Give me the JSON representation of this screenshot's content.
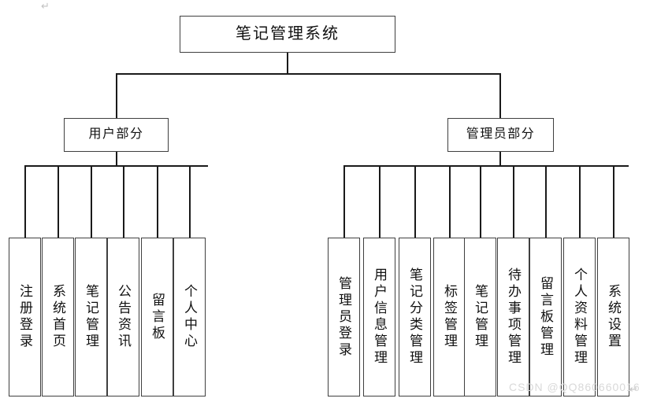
{
  "diagram": {
    "title": "笔记管理系统",
    "root": {
      "label": "笔记管理系统"
    },
    "branches": [
      {
        "id": "user",
        "label": "用户部分",
        "leaves": [
          {
            "label": "注册登录"
          },
          {
            "label": "系统首页"
          },
          {
            "label": "笔记管理"
          },
          {
            "label": "公告资讯"
          },
          {
            "label": "留言板"
          },
          {
            "label": "个人中心"
          }
        ]
      },
      {
        "id": "admin",
        "label": "管理员部分",
        "leaves": [
          {
            "label": "管理员登录"
          },
          {
            "label": "用户信息管理"
          },
          {
            "label": "笔记分类管理"
          },
          {
            "label": "标签管理"
          },
          {
            "label": "笔记管理"
          },
          {
            "label": "待办事项管理"
          },
          {
            "label": "留言板管理"
          },
          {
            "label": "个人资料管理"
          },
          {
            "label": "系统设置"
          }
        ]
      }
    ],
    "watermark": "CSDN @QQ860660016",
    "marks": {
      "paragraph_top": "↵",
      "paragraph_bottom": "↵"
    },
    "colors": {
      "box_border": "#3f3f3f",
      "line": "#1a1a1a",
      "text": "#111111",
      "background": "#ffffff",
      "watermark": "#d9d9d9"
    }
  }
}
